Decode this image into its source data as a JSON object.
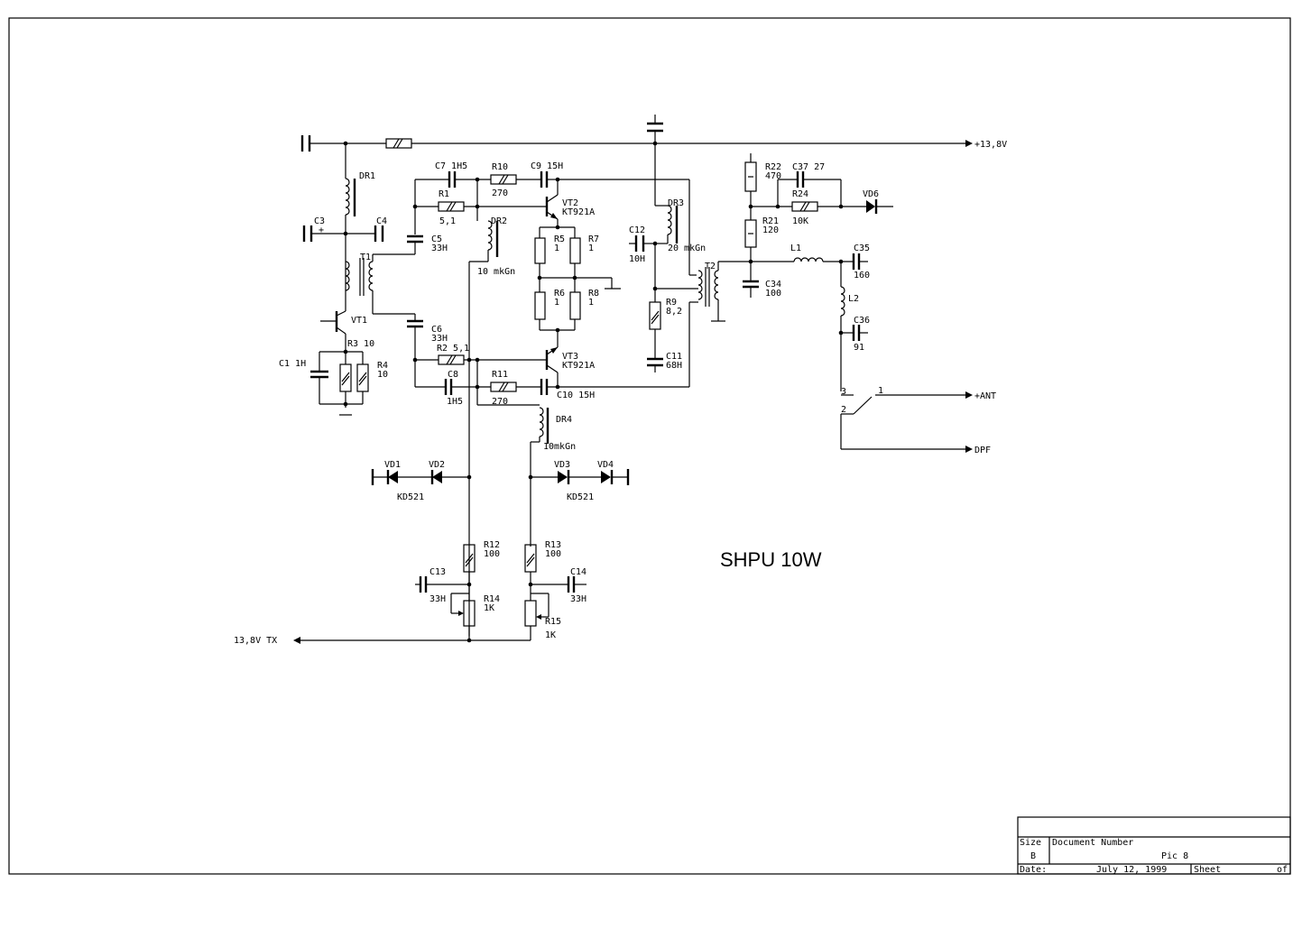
{
  "title": "SHPU 10W",
  "title_block": {
    "size_label": "Size",
    "size_value": "B",
    "docnum_label": "Document Number",
    "docnum_value": "Pic 8",
    "date_label": "Date:",
    "date_value": "July 12, 1999",
    "sheet_label": "Sheet",
    "of_label": "of"
  },
  "nets": {
    "vcc": "+13,8V",
    "ant": "+ANT",
    "dpf": "DPF",
    "tx": "13,8V TX"
  },
  "components": {
    "DR1": "DR1",
    "C3": "C3",
    "C4": "C4",
    "T1": "T1",
    "VT1": "VT1",
    "R3": "R3 10",
    "C1": "C1 1H",
    "R4": "R4",
    "R4v": "10",
    "C7": "C7 1H5",
    "R10": "R10",
    "R10v": "270",
    "C9": "C9 15H",
    "R1": "R1",
    "R1v": "5,1",
    "C5": "C5",
    "C5v": "33H",
    "DR2": "DR2",
    "DR2v": "10 mkGn",
    "VT2": "VT2",
    "VT2v": "KT921A",
    "R5": "R5",
    "R5v": "1",
    "R7": "R7",
    "R7v": "1",
    "R6": "R6",
    "R6v": "1",
    "R8": "R8",
    "R8v": "1",
    "C6": "C6",
    "C6v": "33H",
    "R2": "R2 5,1",
    "C8": "C8",
    "C8v": "1H5",
    "R11": "R11",
    "R11v": "270",
    "C10": "C10 15H",
    "VT3": "VT3",
    "VT3v": "KT921A",
    "DR4": "DR4",
    "DR4v": "10mkGn",
    "DR3": "DR3",
    "DR3v": "20 mkGn",
    "C12": "C12",
    "C12v": "10H",
    "R9": "R9",
    "R9v": "8,2",
    "C11": "C11",
    "C11v": "68H",
    "T2": "T2",
    "R22": "R22",
    "R22v": "470",
    "C37": "C37 27",
    "R24": "R24",
    "R24v": "10K",
    "VD6": "VD6",
    "R21": "R21",
    "R21v": "120",
    "C34": "C34",
    "C34v": "100",
    "L1": "L1",
    "C35": "C35",
    "C35v": "160",
    "L2": "L2",
    "C36": "C36",
    "C36v": "91",
    "SW1": "1",
    "SW2": "2",
    "SW3": "3",
    "VD1": "VD1",
    "VD2": "VD2",
    "VD12v": "KD521",
    "VD3": "VD3",
    "VD4": "VD4",
    "VD34v": "KD521",
    "R12": "R12",
    "R12v": "100",
    "R13": "R13",
    "R13v": "100",
    "C13": "C13",
    "C13v": "33H",
    "C14": "C14",
    "C14v": "33H",
    "R14": "R14",
    "R14v": "1K",
    "R15": "R15",
    "R15v": "1K"
  }
}
